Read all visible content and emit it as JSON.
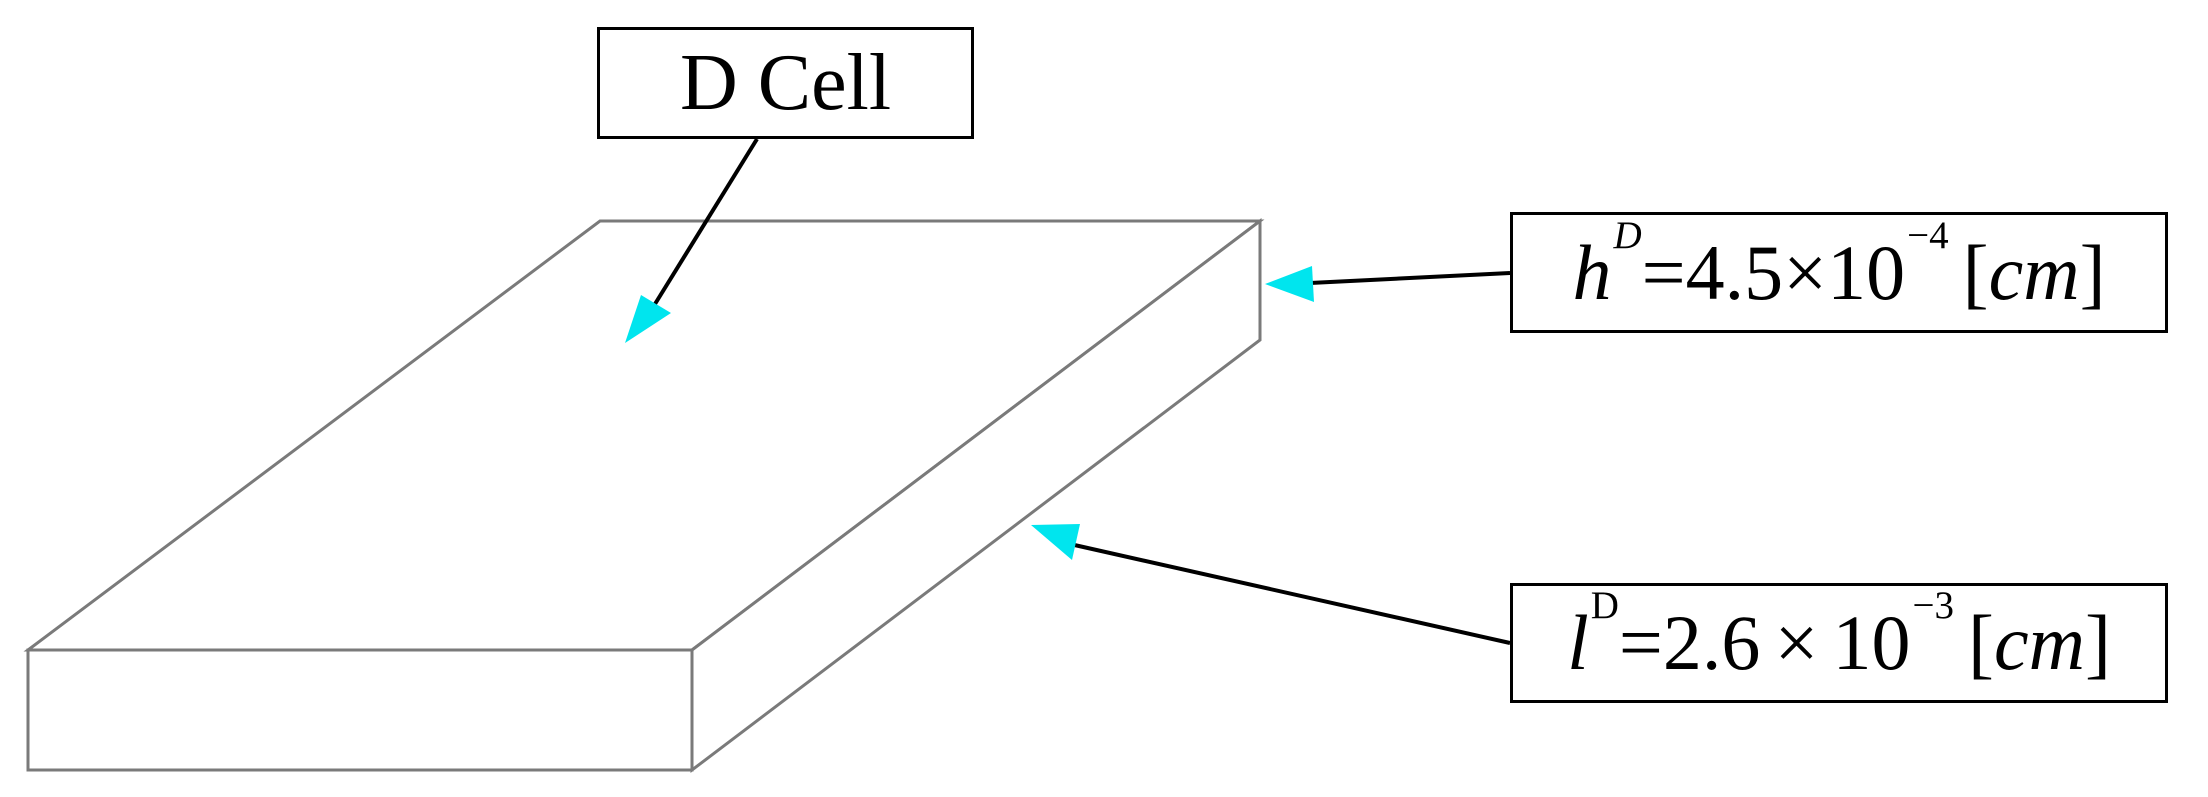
{
  "diagram": {
    "title_label": "D Cell",
    "height_label": {
      "symbol": "h",
      "superscript": "D",
      "equals": "=",
      "mantissa": "4.5",
      "times": "×",
      "base": "10",
      "exponent": "−4",
      "unit_open": "[",
      "unit": "cm",
      "unit_close": "]"
    },
    "length_label": {
      "symbol": "l",
      "superscript": "D",
      "equals": "=",
      "mantissa": "2.6",
      "times": "×",
      "base": "10",
      "exponent": "−3",
      "unit_open": "[",
      "unit": "cm",
      "unit_close": "]"
    },
    "colors": {
      "box_edge": "#7a7a7a",
      "leader_line": "#000000",
      "arrow_head": "#00e5ee",
      "label_border": "#000000"
    },
    "icons": [
      "cyan-arrowhead",
      "leader-line"
    ]
  }
}
